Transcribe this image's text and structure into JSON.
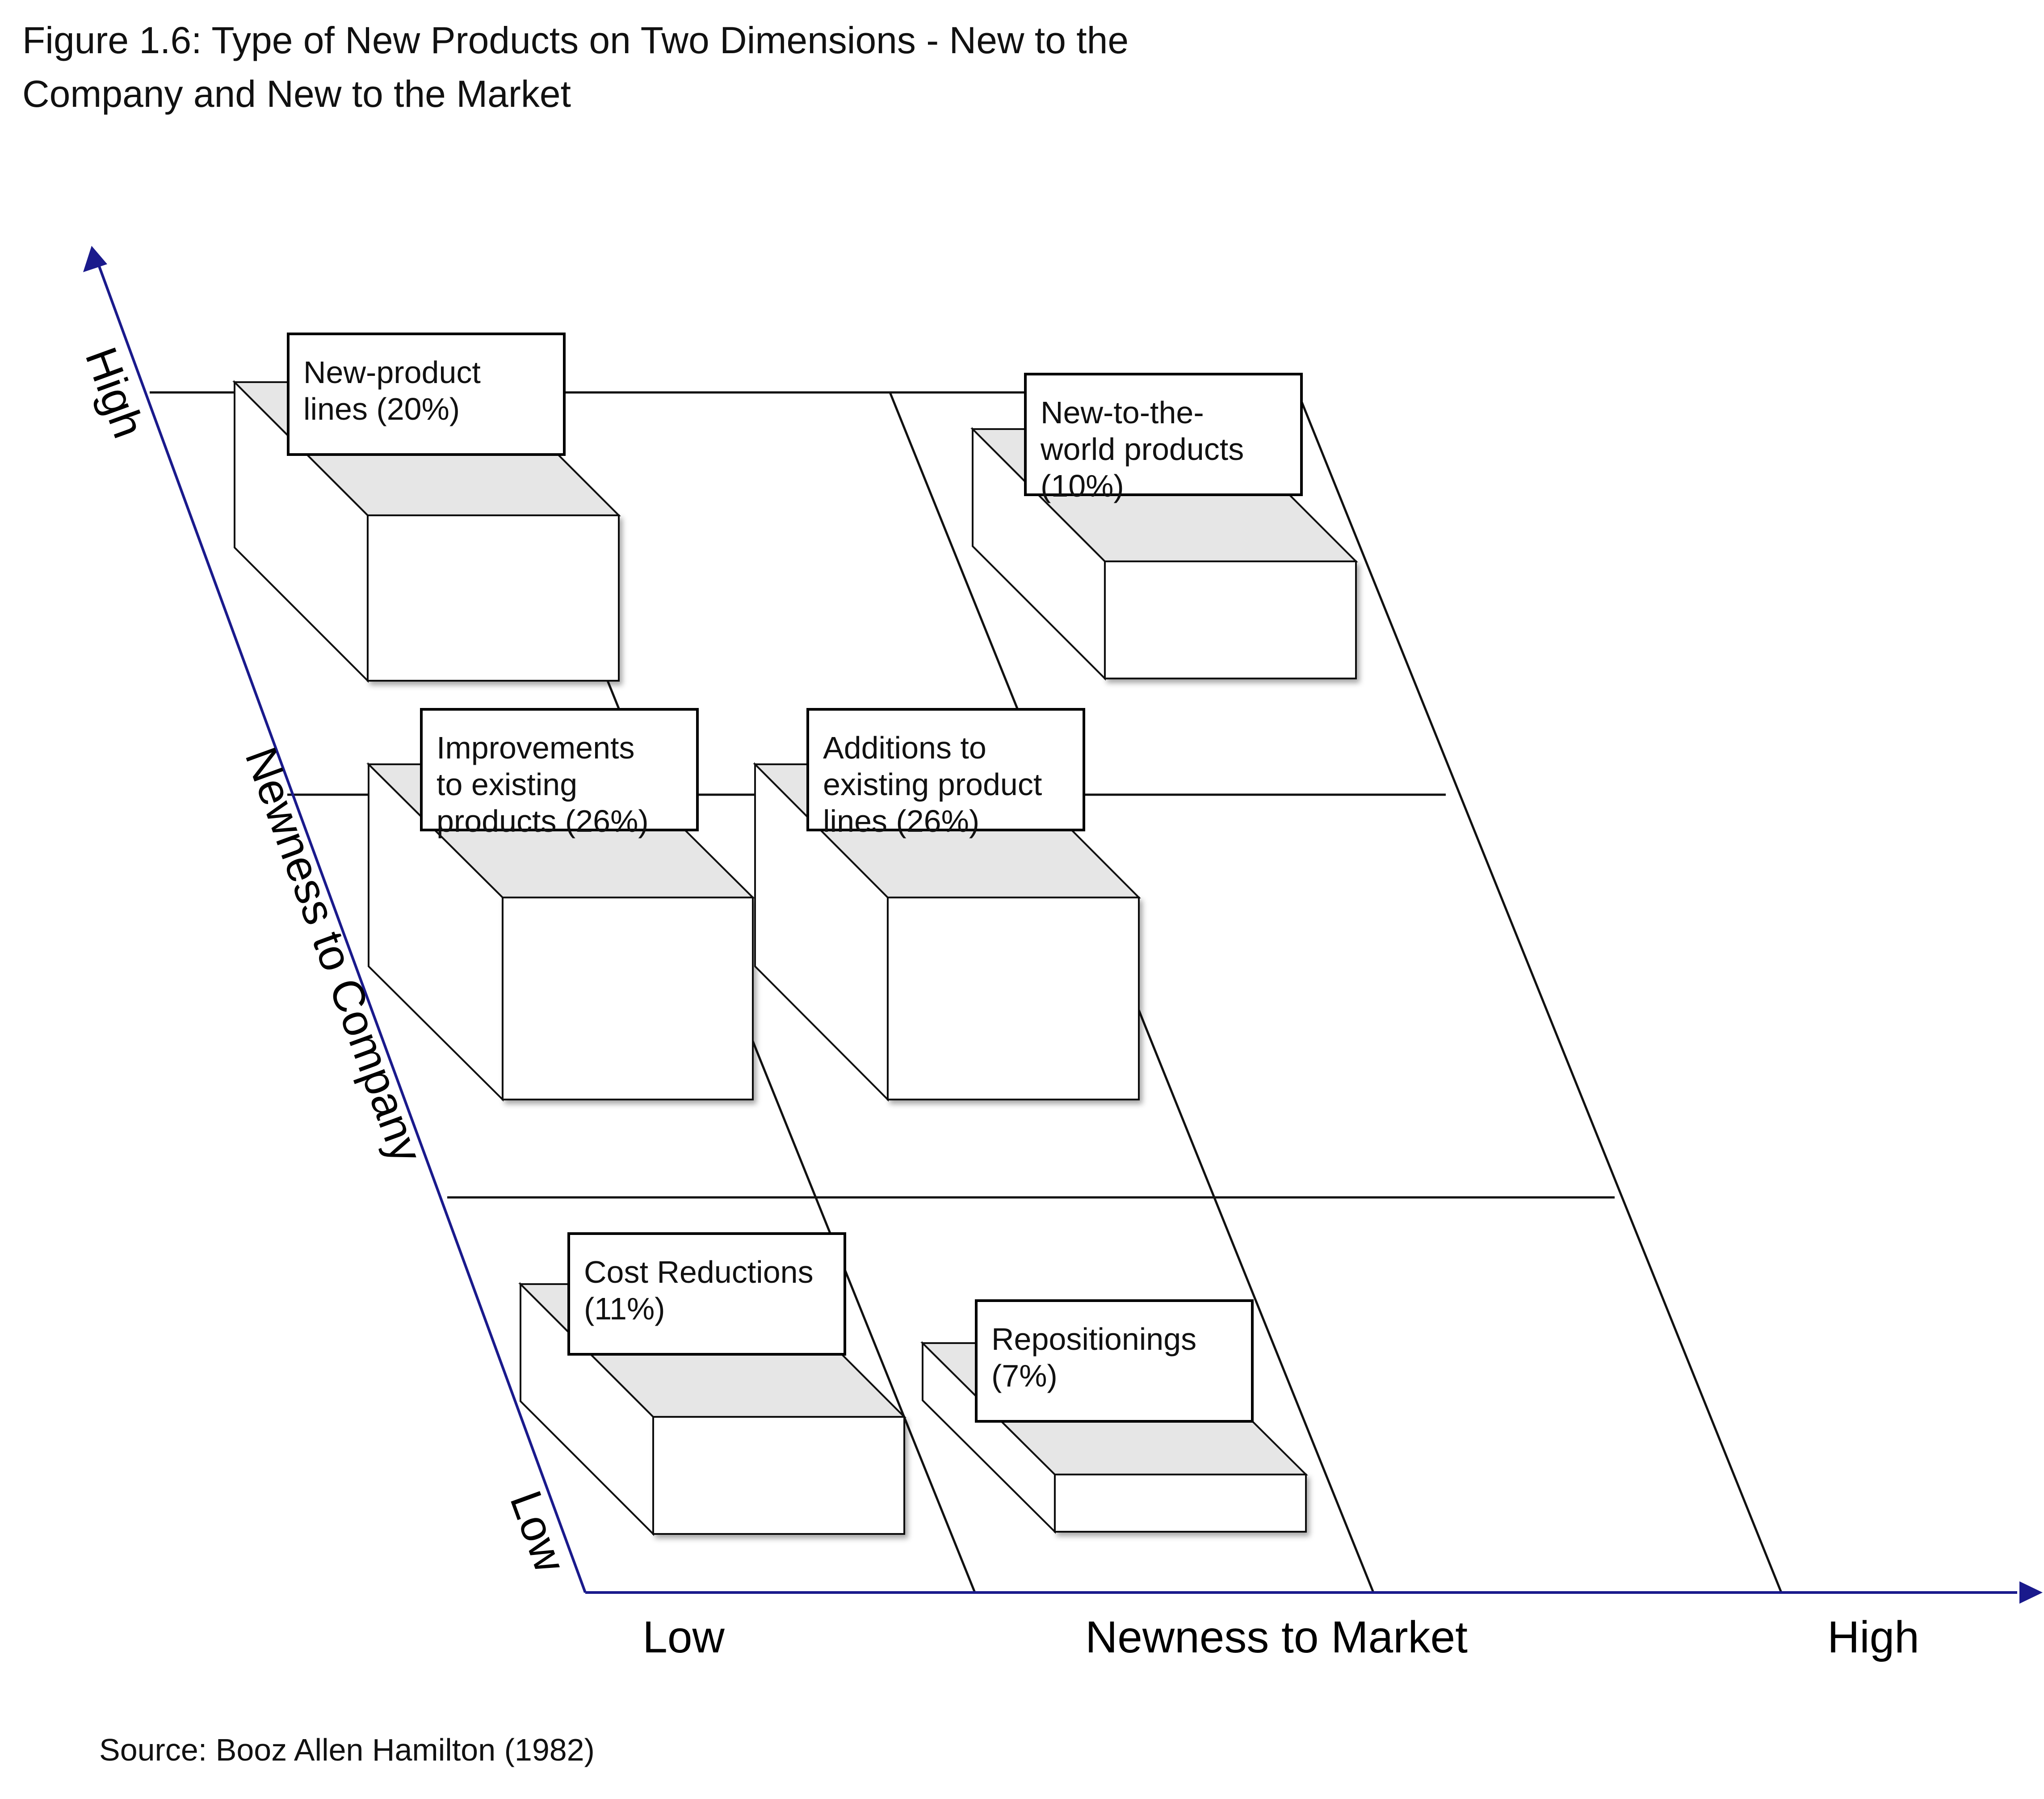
{
  "figure": {
    "title_line1": "Figure 1.6: Type of New Products on Two Dimensions - New to the",
    "title_line2": "Company and New to the Market",
    "source": "Source: Booz Allen Hamilton (1982)"
  },
  "axes": {
    "x_title": "Newness to Market",
    "x_low": "Low",
    "x_high": "High",
    "y_title": "Newness to Company",
    "y_low": "Low",
    "y_high": "High",
    "axis_color": "#1a1a8c"
  },
  "cells": [
    {
      "id": "new-product-lines",
      "market": "low",
      "company": "high",
      "label_lines": [
        "New-product",
        "lines  (20%)"
      ],
      "percent": 20
    },
    {
      "id": "new-to-the-world-products",
      "market": "high",
      "company": "high",
      "label_lines": [
        "New-to-the-",
        "world products",
        "(10%)"
      ],
      "percent": 10
    },
    {
      "id": "improvements-to-existing-products",
      "market": "low",
      "company": "medium",
      "label_lines": [
        "Improvements",
        "to existing",
        "products  (26%)"
      ],
      "percent": 26
    },
    {
      "id": "additions-to-existing-product-lines",
      "market": "medium",
      "company": "medium",
      "label_lines": [
        "Additions to",
        "existing product",
        "lines  (26%)"
      ],
      "percent": 26
    },
    {
      "id": "cost-reductions",
      "market": "low",
      "company": "low",
      "label_lines": [
        "Cost Reductions",
        "(11%)"
      ],
      "percent": 11
    },
    {
      "id": "repositionings",
      "market": "medium",
      "company": "low",
      "label_lines": [
        "Repositionings",
        "(7%)"
      ],
      "percent": 7
    }
  ],
  "colors": {
    "box_face": "#ffffff",
    "box_top": "#e6e6e6",
    "line": "#111111"
  }
}
